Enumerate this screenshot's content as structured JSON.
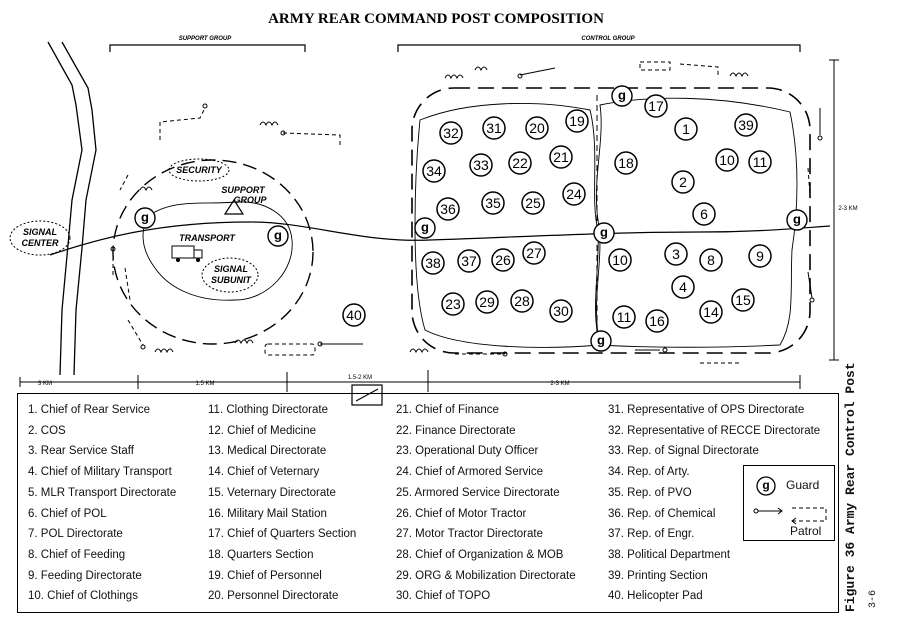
{
  "title": "ARMY REAR COMMAND POST COMPOSITION",
  "groups": {
    "support": "SUPPORT GROUP",
    "control": "CONTROL GROUP"
  },
  "units": {
    "security": "SECURITY",
    "support_group": [
      "SUPPORT",
      "GROUP"
    ],
    "transport": "TRANSPORT",
    "signal_subunit": [
      "SIGNAL",
      "SUBUNIT"
    ],
    "signal_center": [
      "SIGNAL",
      "CENTER"
    ]
  },
  "guard_symbol": "g",
  "distances": [
    "3 KM",
    "1.5 KM",
    "1.5-2 KM",
    "2-3 KM",
    "2-3 KM"
  ],
  "legend": [
    [
      "1. Chief of Rear Service",
      "2. COS",
      "3. Rear Service Staff",
      "4. Chief of Military Transport",
      "5. MLR Transport Directorate",
      "6. Chief of POL",
      "7. POL Directorate",
      "8. Chief of Feeding",
      "9. Feeding Directorate",
      "10. Chief of Clothings"
    ],
    [
      "11. Clothing Directorate",
      "12. Chief of Medicine",
      "13. Medical Directorate",
      "14. Chief of Veternary",
      "15. Veternary Directorate",
      "16. Military Mail Station",
      "17. Chief of Quarters Section",
      "18. Quarters Section",
      "19. Chief of Personnel",
      "20. Personnel Directorate"
    ],
    [
      "21. Chief of Finance",
      "22. Finance Directorate",
      "23. Operational Duty Officer",
      "24. Chief of Armored Service",
      "25. Armored Service Directorate",
      "26. Chief of Motor Tractor",
      "27. Motor Tractor Directorate",
      "28. Chief of Organization & MOB",
      "29. ORG & Mobilization Directorate",
      "30. Chief of TOPO"
    ],
    [
      "31. Representative of OPS Directorate",
      "32. Representative of RECCE Directorate",
      "33. Rep. of Signal Directorate",
      "34. Rep. of Arty.",
      "35. Rep. of PVO",
      "36. Rep. of Chemical",
      "37. Rep. of Engr.",
      "38. Political Department",
      "39. Printing Section",
      "40. Helicopter Pad"
    ]
  ],
  "key": {
    "guard": "Guard",
    "patrol": "Patrol"
  },
  "caption": "Figure 36 Army Rear Control Post",
  "page_number": "3-6"
}
